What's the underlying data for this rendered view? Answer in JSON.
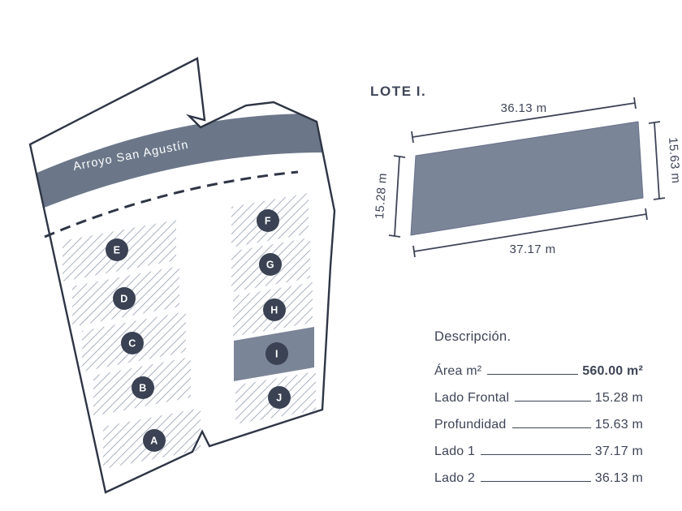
{
  "map": {
    "street_label": "Arroyo San Agustín",
    "lots": [
      {
        "label": "A"
      },
      {
        "label": "B"
      },
      {
        "label": "C"
      },
      {
        "label": "D"
      },
      {
        "label": "E"
      },
      {
        "label": "F"
      },
      {
        "label": "G"
      },
      {
        "label": "H"
      },
      {
        "label": "I",
        "highlighted": true
      },
      {
        "label": "J"
      }
    ]
  },
  "lot_detail": {
    "title_prefix": "LOTE",
    "title_lot": "I.",
    "dimensions": {
      "top": "36.13 m",
      "right": "15.63 m",
      "bottom": "37.17 m",
      "left": "15.28 m"
    }
  },
  "description": {
    "heading": "Descripción.",
    "rows": [
      {
        "label": "Área m²",
        "value": "560.00 m²"
      },
      {
        "label": "Lado Frontal",
        "value": "15.28 m"
      },
      {
        "label": "Profundidad",
        "value": "15.63 m"
      },
      {
        "label": "Lado 1",
        "value": "37.17 m"
      },
      {
        "label": "Lado 2",
        "value": "36.13 m"
      }
    ]
  },
  "colors": {
    "text_dark": "#3e4557",
    "outline_dark": "#2e3545",
    "band_gray": "#6b7789",
    "lot_fill": "#7b8598",
    "badge_dark": "#3a4253",
    "hatch_line": "#9aa3b3"
  }
}
